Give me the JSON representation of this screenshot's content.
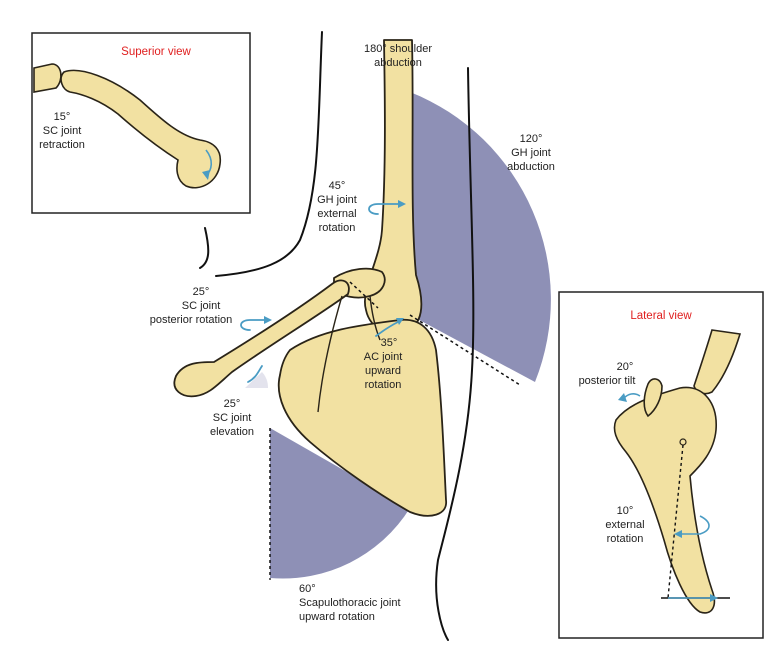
{
  "colors": {
    "bone_fill": "#f2e1a2",
    "bone_outline": "#2a2418",
    "wedge": "#8e90b6",
    "arrow": "#4a9cc4",
    "title_red": "#e02020"
  },
  "insets": {
    "superior": {
      "title": "Superior view",
      "angle": "15°",
      "line1": "SC joint",
      "line2": "retraction"
    },
    "lateral": {
      "title": "Lateral view",
      "tilt_angle": "20°",
      "tilt_label": "posterior tilt",
      "ext_angle": "10°",
      "ext_line1": "external",
      "ext_line2": "rotation"
    }
  },
  "labels": {
    "shoulder": {
      "line1": "180° shoulder",
      "line2": "abduction"
    },
    "gh_abd": {
      "line1": "120°",
      "line2": "GH joint",
      "line3": "abduction"
    },
    "gh_ext": {
      "line1": "45°",
      "line2": "GH joint",
      "line3": "external",
      "line4": "rotation"
    },
    "sc_post": {
      "line1": "25°",
      "line2": "SC joint",
      "line3": "posterior rotation"
    },
    "ac_up": {
      "line1": "35°",
      "line2": "AC joint",
      "line3": "upward",
      "line4": "rotation"
    },
    "sc_elev": {
      "line1": "25°",
      "line2": "SC joint",
      "line3": "elevation"
    },
    "st_up": {
      "line1": "60°",
      "line2": "Scapulothoracic joint",
      "line3": "upward rotation"
    }
  }
}
